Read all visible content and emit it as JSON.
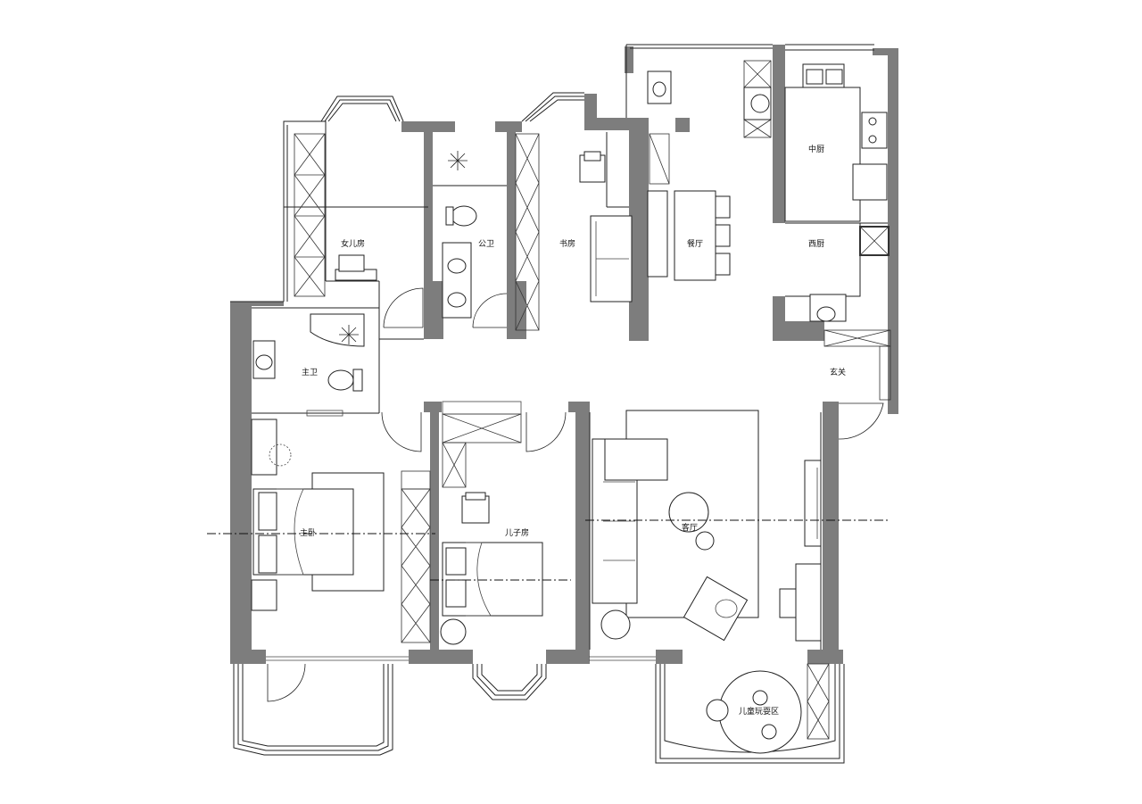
{
  "rooms": {
    "daughter_room": "女儿房",
    "public_bath": "公卫",
    "study": "书房",
    "dining": "餐厅",
    "chinese_kitchen": "中厨",
    "western_kitchen": "西厨",
    "master_bath": "主卫",
    "entrance": "玄关",
    "master_bedroom": "主卧",
    "son_room": "儿子房",
    "living_room": "客厅",
    "kids_play": "儿童玩耍区"
  },
  "colors": {
    "wall": "#7d7d7d",
    "line": "#222222",
    "background": "#ffffff"
  }
}
